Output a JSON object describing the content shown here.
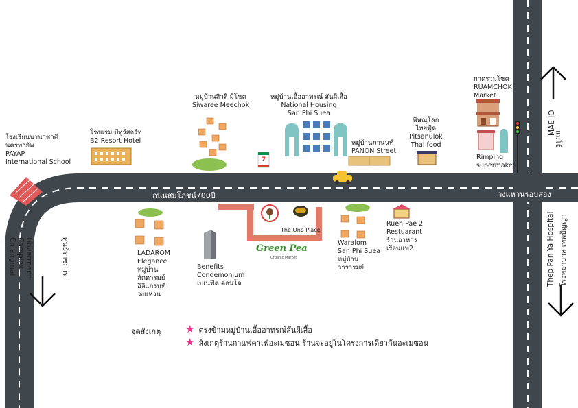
{
  "map": {
    "roads": {
      "main_road_label": "ถนนสมโภชน์700ปี",
      "ring_road_label": "วงแหวนรอบสอง",
      "mae_jo": "MAE JO",
      "mae_jo_th": "แม่โจ้",
      "hospital": "Thep Pan Ya Hospital",
      "hospital_th": "โรงพยาบาล เทพปัญญา",
      "gov_complex": "Goverment\nComplex\nChiangmai",
      "gov_complex_th": "ศูนย์ราชการ"
    },
    "places": {
      "payap": "โรงเรียนนานาชาติ\nนครพายัพ\nPAYAP\nInternational School",
      "b2": "โรงแรม บีทูรีสอร์ท\nB2 Resort Hotel",
      "siwaree": "หมู่บ้านสิวลี มีโชค\nSiwaree Meechok",
      "national_housing": "หมู่บ้านเอื้ออาทรณ์ สันผีเสื้อ\nNational Housing\nSan Phi Suea",
      "panon": "หมู่บ้านภานนท์\nPANON Street",
      "pitsanulok": "พิษณุโลก\nไทยฟู้ด\nPitsanulok\nThai food",
      "ruamchok": "กาดรวมโชค\nRUAMCHOK\nMarket",
      "rimping": "Rimping\nsupermaket",
      "ladarom": "LADAROM\nElegance\nหมู่บ้าน\nลัดดารมย์\nอิลิแกรนท์\nวงแหวน",
      "benefits": "Benefits\nCondemonium\nเบเนฟิต คอนโด",
      "one_place": "The One Place",
      "green_pea": "Green Pea",
      "green_pea_sub": "Organic Market",
      "waralom": "Waralom\nSan Phi Suea\nหมู่บ้าน\nวารารมย์",
      "ruen_pae": "Ruen Pae 2\nRestuarant\nร้านอาหาร\nเรือนแพ2",
      "seven_eleven": "7"
    },
    "legend": {
      "title": "จุดสังเกตุ",
      "items": [
        "ตรงข้ามหมู่บ้านเอื้ออาทรณ์สันผีเสื้อ",
        "สังเกตุร้านกาแฟคาเฟ่อะเมซอน ร้านจะอยู่ในโครงการเดียวกันอะเมซอน"
      ]
    },
    "colors": {
      "road": "#3f464c",
      "lane": "#ffffff",
      "star": "#e6358b",
      "green": "#8cc152"
    }
  }
}
